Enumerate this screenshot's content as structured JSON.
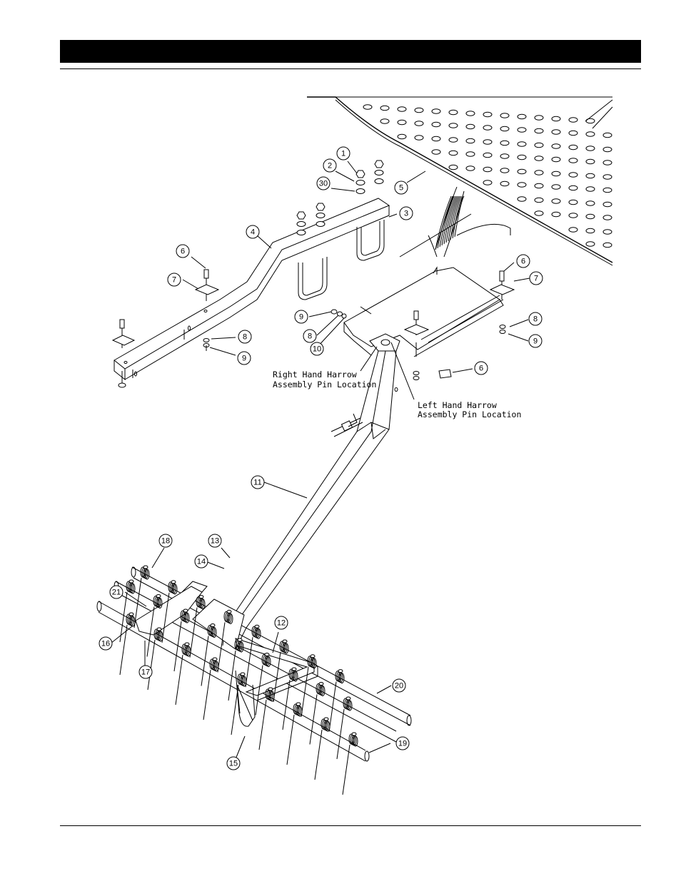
{
  "callouts": [
    {
      "id": "1",
      "label": "1"
    },
    {
      "id": "2",
      "label": "2"
    },
    {
      "id": "30",
      "label": "30"
    },
    {
      "id": "5",
      "label": "5"
    },
    {
      "id": "3",
      "label": "3"
    },
    {
      "id": "4",
      "label": "4"
    },
    {
      "id": "6a",
      "label": "6"
    },
    {
      "id": "7a",
      "label": "7"
    },
    {
      "id": "8a",
      "label": "8"
    },
    {
      "id": "9a",
      "label": "9"
    },
    {
      "id": "6b",
      "label": "6"
    },
    {
      "id": "7b",
      "label": "7"
    },
    {
      "id": "8b",
      "label": "8"
    },
    {
      "id": "9b",
      "label": "9"
    },
    {
      "id": "6c",
      "label": "6"
    },
    {
      "id": "9c",
      "label": "9"
    },
    {
      "id": "8c",
      "label": "8"
    },
    {
      "id": "10",
      "label": "10"
    },
    {
      "id": "11",
      "label": "11"
    },
    {
      "id": "18",
      "label": "18"
    },
    {
      "id": "13",
      "label": "13"
    },
    {
      "id": "14",
      "label": "14"
    },
    {
      "id": "21",
      "label": "21"
    },
    {
      "id": "16",
      "label": "16"
    },
    {
      "id": "17",
      "label": "17"
    },
    {
      "id": "12",
      "label": "12"
    },
    {
      "id": "20",
      "label": "20"
    },
    {
      "id": "19",
      "label": "19"
    },
    {
      "id": "15",
      "label": "15"
    }
  ],
  "labels": {
    "right_pin_line1": "Right Hand Harrow",
    "right_pin_line2": "Assembly Pin Location",
    "left_pin_line1": "Left Hand Harrow",
    "left_pin_line2": "Assembly Pin Location"
  },
  "colors": {
    "line": "#000000",
    "background": "#ffffff"
  }
}
